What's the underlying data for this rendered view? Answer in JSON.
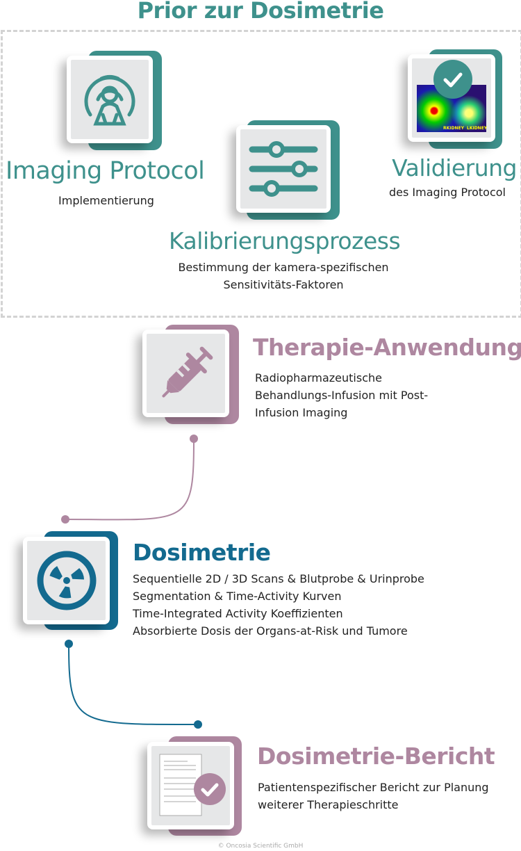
{
  "title": "Prior zur Dosimetrie",
  "colors": {
    "teal": "#3e918c",
    "mauve": "#ae87a0",
    "blue": "#136a8f"
  },
  "steps": [
    {
      "icon": "mri-scanner-icon",
      "title": "Imaging Protocol",
      "lines": [
        "Implementierung"
      ]
    },
    {
      "icon": "sliders-icon",
      "title": "Kalibrierungsprozess",
      "lines": [
        "Bestimmung der kamera-spezifischen",
        "Sensitivitäts-Faktoren"
      ]
    },
    {
      "icon": "kidney-scan-check-icon",
      "title": "Validierung",
      "lines": [
        "des Imaging Protocol"
      ],
      "image_labels": [
        "RKIDNEY",
        "LKIDNEY"
      ]
    },
    {
      "icon": "syringe-icon",
      "title": "Therapie-Anwendung",
      "lines": [
        "Radiopharmazeutische",
        "Behandlungs-Infusion mit Post-",
        "Infusion Imaging"
      ]
    },
    {
      "icon": "radiation-icon",
      "title": "Dosimetrie",
      "lines": [
        "Sequentielle 2D / 3D Scans & Blutprobe & Urinprobe",
        "Segmentation & Time-Activity Kurven",
        "Time-Integrated Activity Koeffizienten",
        "Absorbierte Dosis der Organs-at-Risk und Tumore"
      ]
    },
    {
      "icon": "report-check-icon",
      "title": "Dosimetrie-Bericht",
      "lines": [
        "Patientenspezifischer Bericht zur Planung",
        "weiterer Therapieschritte"
      ]
    }
  ],
  "copyright": "© Oncosia Scientific GmbH"
}
